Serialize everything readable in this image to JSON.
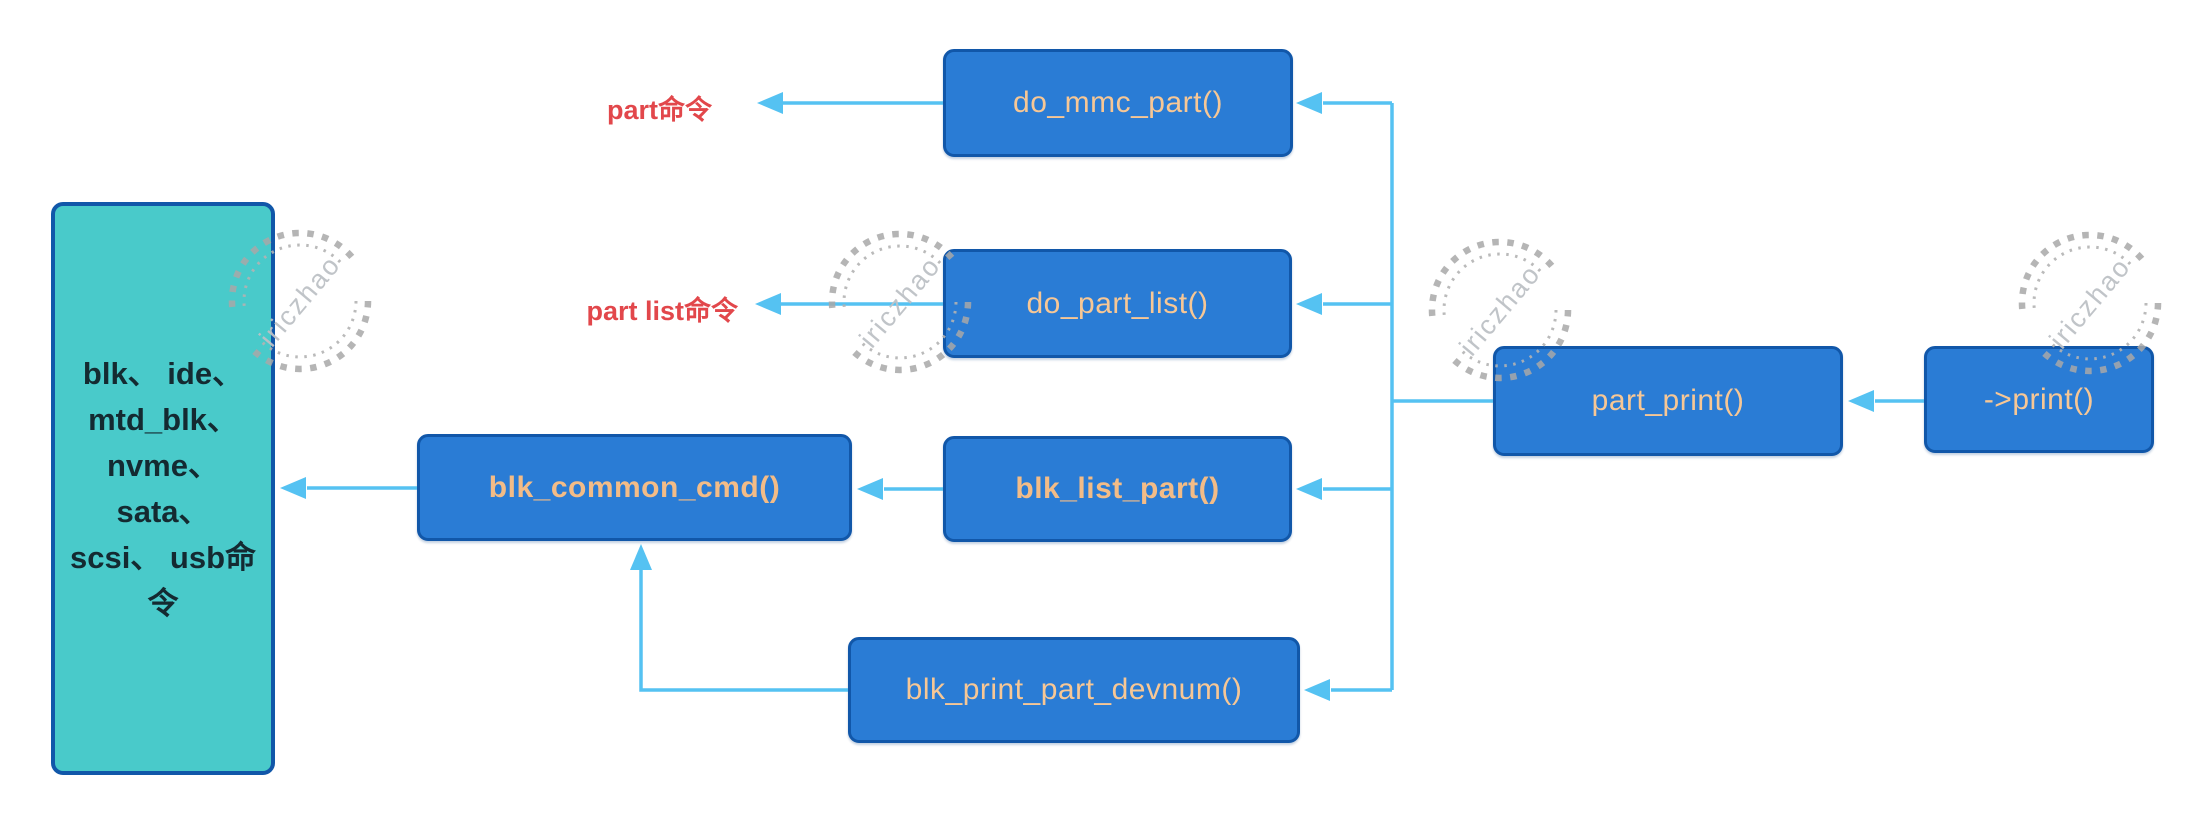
{
  "nodes": {
    "device_cmds": {
      "lines": [
        "blk、 ide、",
        "mtd_blk、",
        "nvme、",
        "sata、",
        "scsi、 usb命",
        "令"
      ]
    },
    "do_mmc_part": {
      "label": "do_mmc_part()"
    },
    "do_part_list": {
      "label": "do_part_list()"
    },
    "blk_common_cmd": {
      "label": "blk_common_cmd()"
    },
    "blk_list_part": {
      "label": "blk_list_part()"
    },
    "blk_print_part_devnum": {
      "label": "blk_print_part_devnum()"
    },
    "part_print": {
      "label": "part_print()"
    },
    "print_op": {
      "label": "->print()"
    }
  },
  "labels": {
    "part_cmd": "part命令",
    "part_list_cmd": "part list命令"
  },
  "watermark": {
    "text": "iriczhao"
  },
  "colors": {
    "node_fill": "#2a7cd5",
    "node_border": "#1157a9",
    "node_text": "#f7c795",
    "teal_fill": "#49caca",
    "teal_text": "#142a31",
    "arrow": "#55c2f2",
    "label_red": "#e2474b",
    "watermark_gray": "#a8a8a8"
  }
}
